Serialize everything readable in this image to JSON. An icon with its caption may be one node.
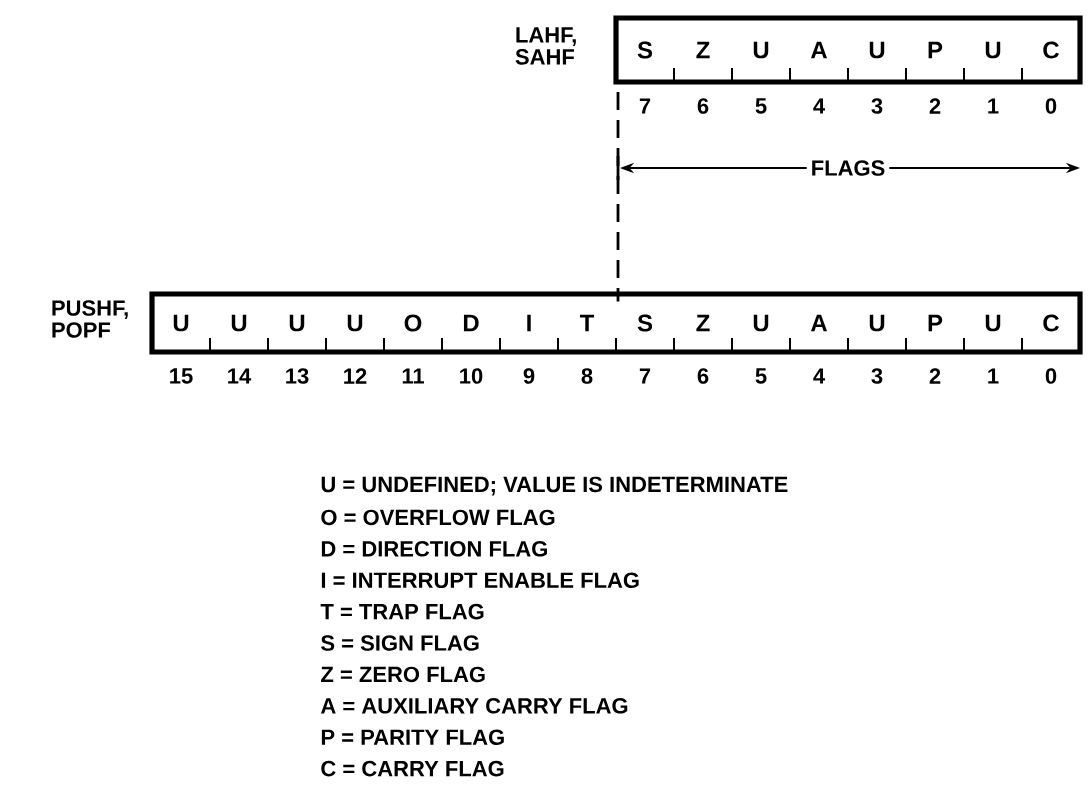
{
  "diagram": {
    "nodes": [
      {
        "text": [
          "LAHF, SAHF"
        ]
      },
      {
        "text": [
          "S"
        ],
        "in": 0,
        "beside": [
          "7"
        ]
      },
      {
        "text": [
          "Z"
        ],
        "in": 0,
        "beside": [
          "6"
        ]
      },
      {
        "text": [
          "U"
        ],
        "in": 0,
        "beside": [
          "5"
        ]
      },
      {
        "text": [
          "A"
        ],
        "in": 0,
        "beside": [
          "4"
        ]
      },
      {
        "text": [
          "U"
        ],
        "in": 0,
        "beside": [
          "3"
        ]
      },
      {
        "text": [
          "P"
        ],
        "in": 0,
        "beside": [
          "2"
        ]
      },
      {
        "text": [
          "U"
        ],
        "in": 0,
        "beside": [
          "1"
        ]
      },
      {
        "text": [
          "C"
        ],
        "in": 0,
        "beside": [
          "0"
        ]
      },
      {
        "text": [
          "PUSHF, POPF"
        ]
      },
      {
        "text": [
          "U"
        ],
        "in": 9,
        "beside": [
          "15"
        ]
      },
      {
        "text": [
          "U"
        ],
        "in": 9,
        "beside": [
          "14"
        ]
      },
      {
        "text": [
          "U"
        ],
        "in": 9,
        "beside": [
          "13"
        ]
      },
      {
        "text": [
          "U"
        ],
        "in": 9,
        "beside": [
          "12"
        ]
      },
      {
        "text": [
          "O"
        ],
        "in": 9,
        "beside": [
          "11"
        ]
      },
      {
        "text": [
          "D"
        ],
        "in": 9,
        "beside": [
          "10"
        ]
      },
      {
        "text": [
          "I"
        ],
        "in": 9,
        "beside": [
          "9"
        ]
      },
      {
        "text": [
          "T"
        ],
        "in": 9,
        "beside": [
          "8"
        ]
      },
      {
        "text": [
          "S"
        ],
        "in": 9,
        "beside": [
          "7"
        ]
      },
      {
        "text": [
          "Z"
        ],
        "in": 9,
        "beside": [
          "6"
        ]
      },
      {
        "text": [
          "U"
        ],
        "in": 9,
        "beside": [
          "5"
        ]
      },
      {
        "text": [
          "A"
        ],
        "in": 9,
        "beside": [
          "4"
        ]
      },
      {
        "text": [
          "U"
        ],
        "in": 9,
        "beside": [
          "3"
        ]
      },
      {
        "text": [
          "P"
        ],
        "in": 9,
        "beside": [
          "2"
        ]
      },
      {
        "text": [
          "U"
        ],
        "in": 9,
        "beside": [
          "1"
        ]
      },
      {
        "text": [
          "C"
        ],
        "in": 9,
        "beside": [
          "0"
        ]
      }
    ],
    "edges": [
      {
        "from": 1,
        "to": 18,
        "arrow": "none",
        "style": "dashed"
      }
    ],
    "labels": [
      "FLAGS",
      "U = UNDEFINED; VALUE IS INDETERMINATE",
      "O = OVERFLOW FLAG",
      "D = DIRECTION FLAG",
      "I = INTERRUPT ENABLE FLAG",
      "T = TRAP FLAG",
      "S = SIGN FLAG",
      "Z = ZERO FLAG",
      "A = AUXILIARY CARRY FLAG",
      "P = PARITY FLAG",
      "C = CARRY FLAG"
    ]
  }
}
